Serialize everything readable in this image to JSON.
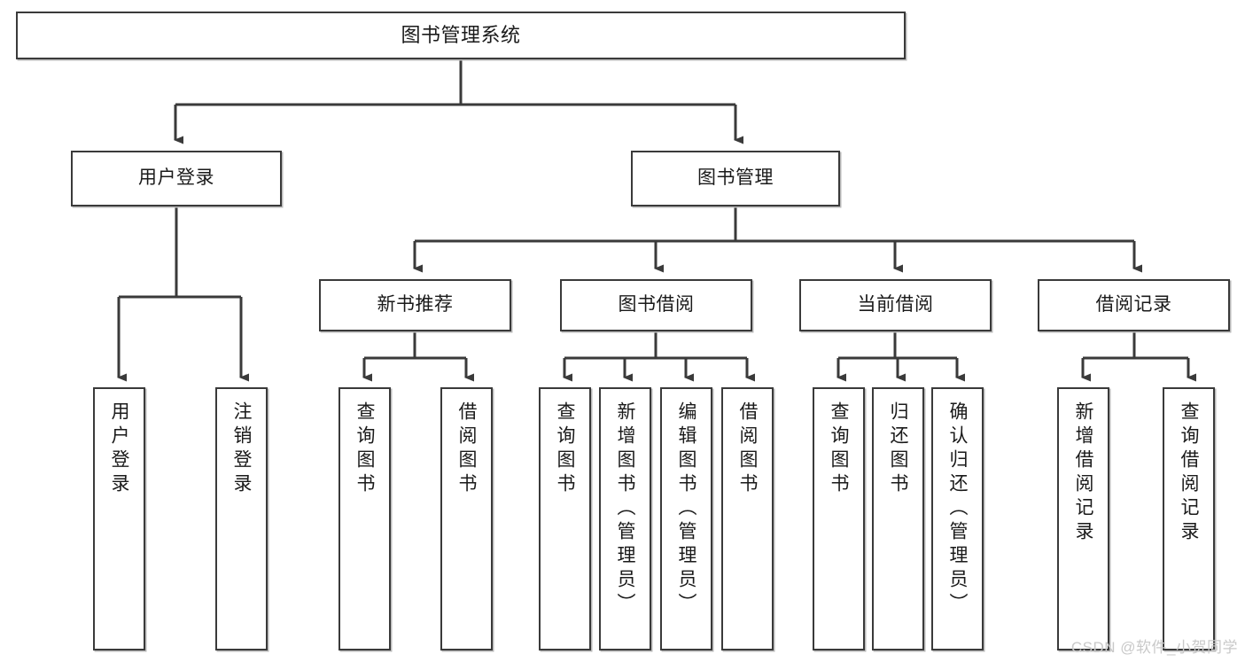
{
  "diagram": {
    "type": "tree-hierarchy",
    "title": "图书管理系统",
    "watermark": "CSDN @软件_小贺同学",
    "colors": {
      "stroke": "#3a3a3a",
      "fill": "#ffffff",
      "text": "#1a1a1a",
      "watermark": "#c9c9c9"
    },
    "nodes": {
      "root": {
        "label": "图书管理系统"
      },
      "level2": [
        {
          "id": "user-login",
          "label": "用户登录"
        },
        {
          "id": "book-management",
          "label": "图书管理"
        }
      ],
      "level3": [
        {
          "id": "new-book-recommend",
          "label": "新书推荐"
        },
        {
          "id": "book-borrow",
          "label": "图书借阅"
        },
        {
          "id": "current-borrow",
          "label": "当前借阅"
        },
        {
          "id": "borrow-record",
          "label": "借阅记录"
        }
      ],
      "leaves": {
        "user-login": [
          {
            "id": "leaf-user-login",
            "label": "用户登录"
          },
          {
            "id": "leaf-logout-login",
            "label": "注销登录"
          }
        ],
        "new-book-recommend": [
          {
            "id": "leaf-query-book-1",
            "label": "查询图书"
          },
          {
            "id": "leaf-borrow-book-1",
            "label": "借阅图书"
          }
        ],
        "book-borrow": [
          {
            "id": "leaf-query-book-2",
            "label": "查询图书"
          },
          {
            "id": "leaf-add-book",
            "label": "新增图书（管理员）"
          },
          {
            "id": "leaf-edit-book",
            "label": "编辑图书（管理员）"
          },
          {
            "id": "leaf-borrow-book-2",
            "label": "借阅图书"
          }
        ],
        "current-borrow": [
          {
            "id": "leaf-query-book-3",
            "label": "查询图书"
          },
          {
            "id": "leaf-return-book",
            "label": "归还图书"
          },
          {
            "id": "leaf-confirm-return",
            "label": "确认归还（管理员）"
          }
        ],
        "borrow-record": [
          {
            "id": "leaf-add-record",
            "label": "新增借阅记录"
          },
          {
            "id": "leaf-query-record",
            "label": "查询借阅记录"
          }
        ]
      }
    }
  }
}
